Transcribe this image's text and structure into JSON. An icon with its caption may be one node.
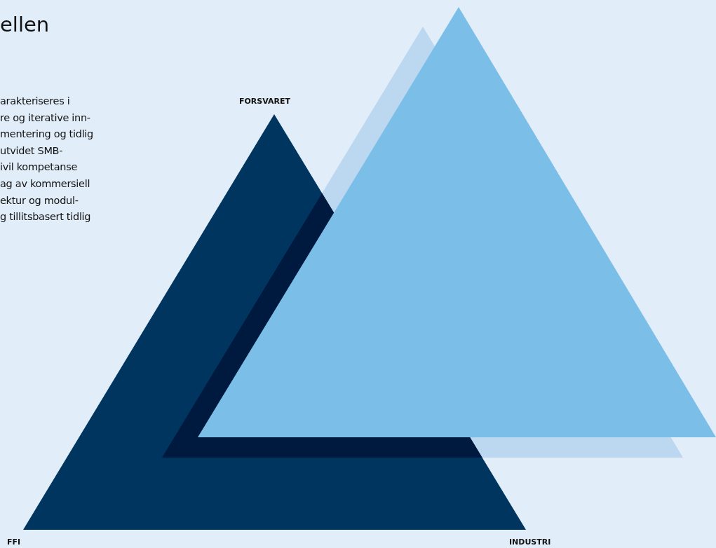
{
  "diagram": {
    "title": "ellen",
    "labels": [
      "arakteriseres i",
      "re og iterative inn-",
      "mentering og tidlig",
      "utvidet SMB-",
      "ivil kompetanse",
      "ag av kommersiell",
      "ektur og modul-",
      "g tillitsbasert tidlig",
      "FORSVARET",
      "FFI",
      "INDUSTRI"
    ]
  }
}
